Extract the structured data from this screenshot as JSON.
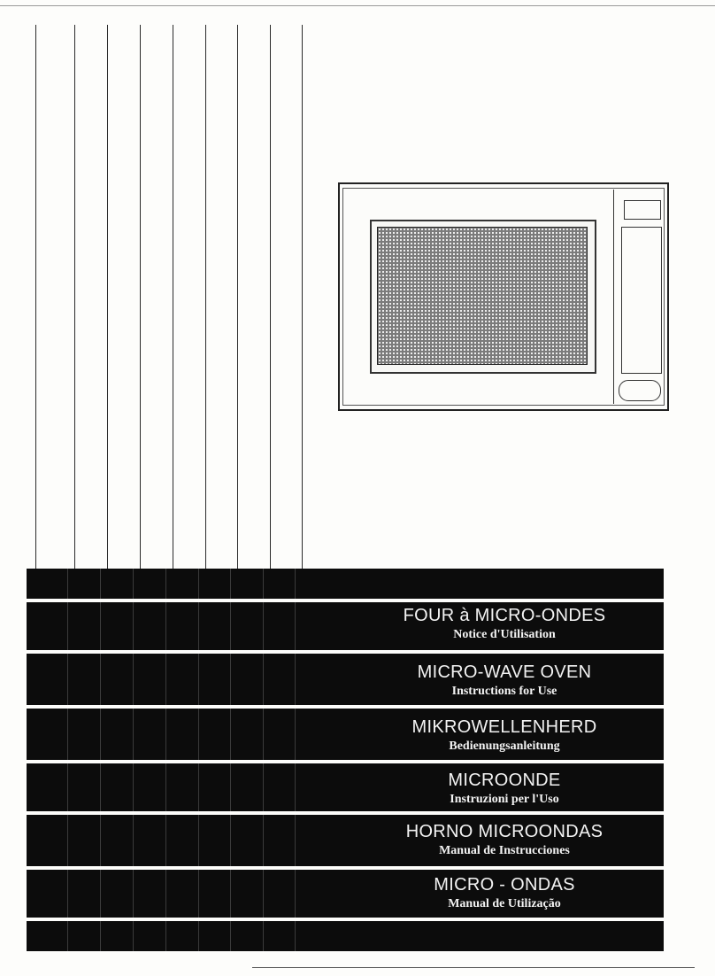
{
  "languages": [
    {
      "title": "FOUR à MICRO-ONDES",
      "subtitle": "Notice d'Utilisation"
    },
    {
      "title": "MICRO-WAVE OVEN",
      "subtitle": "Instructions for Use"
    },
    {
      "title": "MIKROWELLENHERD",
      "subtitle": "Bedienungsanleitung"
    },
    {
      "title": "MICROONDE",
      "subtitle": "Instruzioni per l'Uso"
    },
    {
      "title": "HORNO MICROONDAS",
      "subtitle": "Manual de Instrucciones"
    },
    {
      "title": "MICRO - ONDAS",
      "subtitle": "Manual de Utilização"
    }
  ]
}
